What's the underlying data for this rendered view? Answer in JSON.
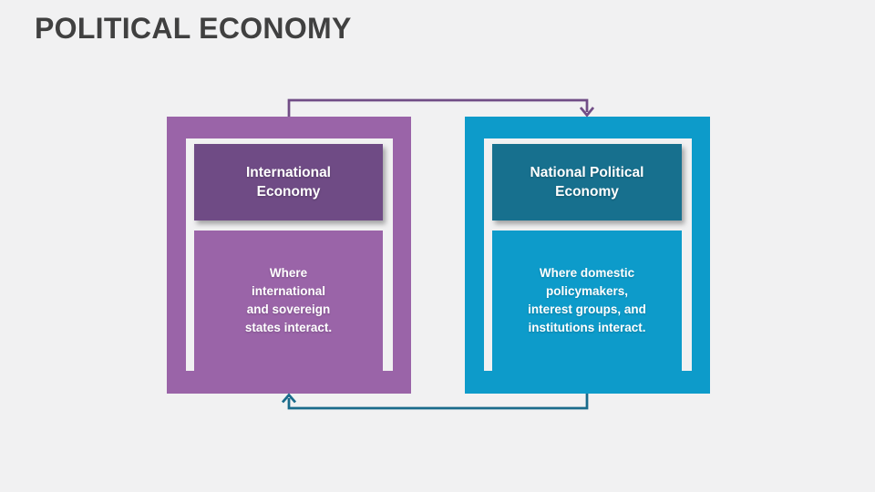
{
  "slide": {
    "title": "POLITICAL ECONOMY",
    "title_color": "#404040",
    "background_color": "#f1f1f2"
  },
  "cards": [
    {
      "name": "international-economy",
      "header": "International Economy",
      "header_lines": [
        "International",
        "Economy"
      ],
      "body": "Where international and sovereign states interact.",
      "body_lines": [
        "Where",
        "international",
        "and sovereign",
        "states interact."
      ],
      "fill_color": "#9a64a8",
      "header_color": "#6f4b85",
      "frame_color": "#f1f1f2",
      "text_color": "#ffffff"
    },
    {
      "name": "national-political-economy",
      "header": "National Political Economy",
      "header_lines": [
        "National Political",
        "Economy"
      ],
      "body": "Where domestic policymakers, interest groups, and institutions interact.",
      "body_lines": [
        "Where domestic",
        "policymakers,",
        "interest groups, and",
        "institutions interact."
      ],
      "fill_color": "#0d9bca",
      "header_color": "#17708e",
      "frame_color": "#f1f1f2",
      "text_color": "#ffffff"
    }
  ],
  "connectors": [
    {
      "name": "top-connector",
      "direction": "from international-economy to national-political-economy",
      "color": "#714d86"
    },
    {
      "name": "bottom-connector",
      "direction": "from national-political-economy to international-economy",
      "color": "#1a6b8b"
    }
  ]
}
